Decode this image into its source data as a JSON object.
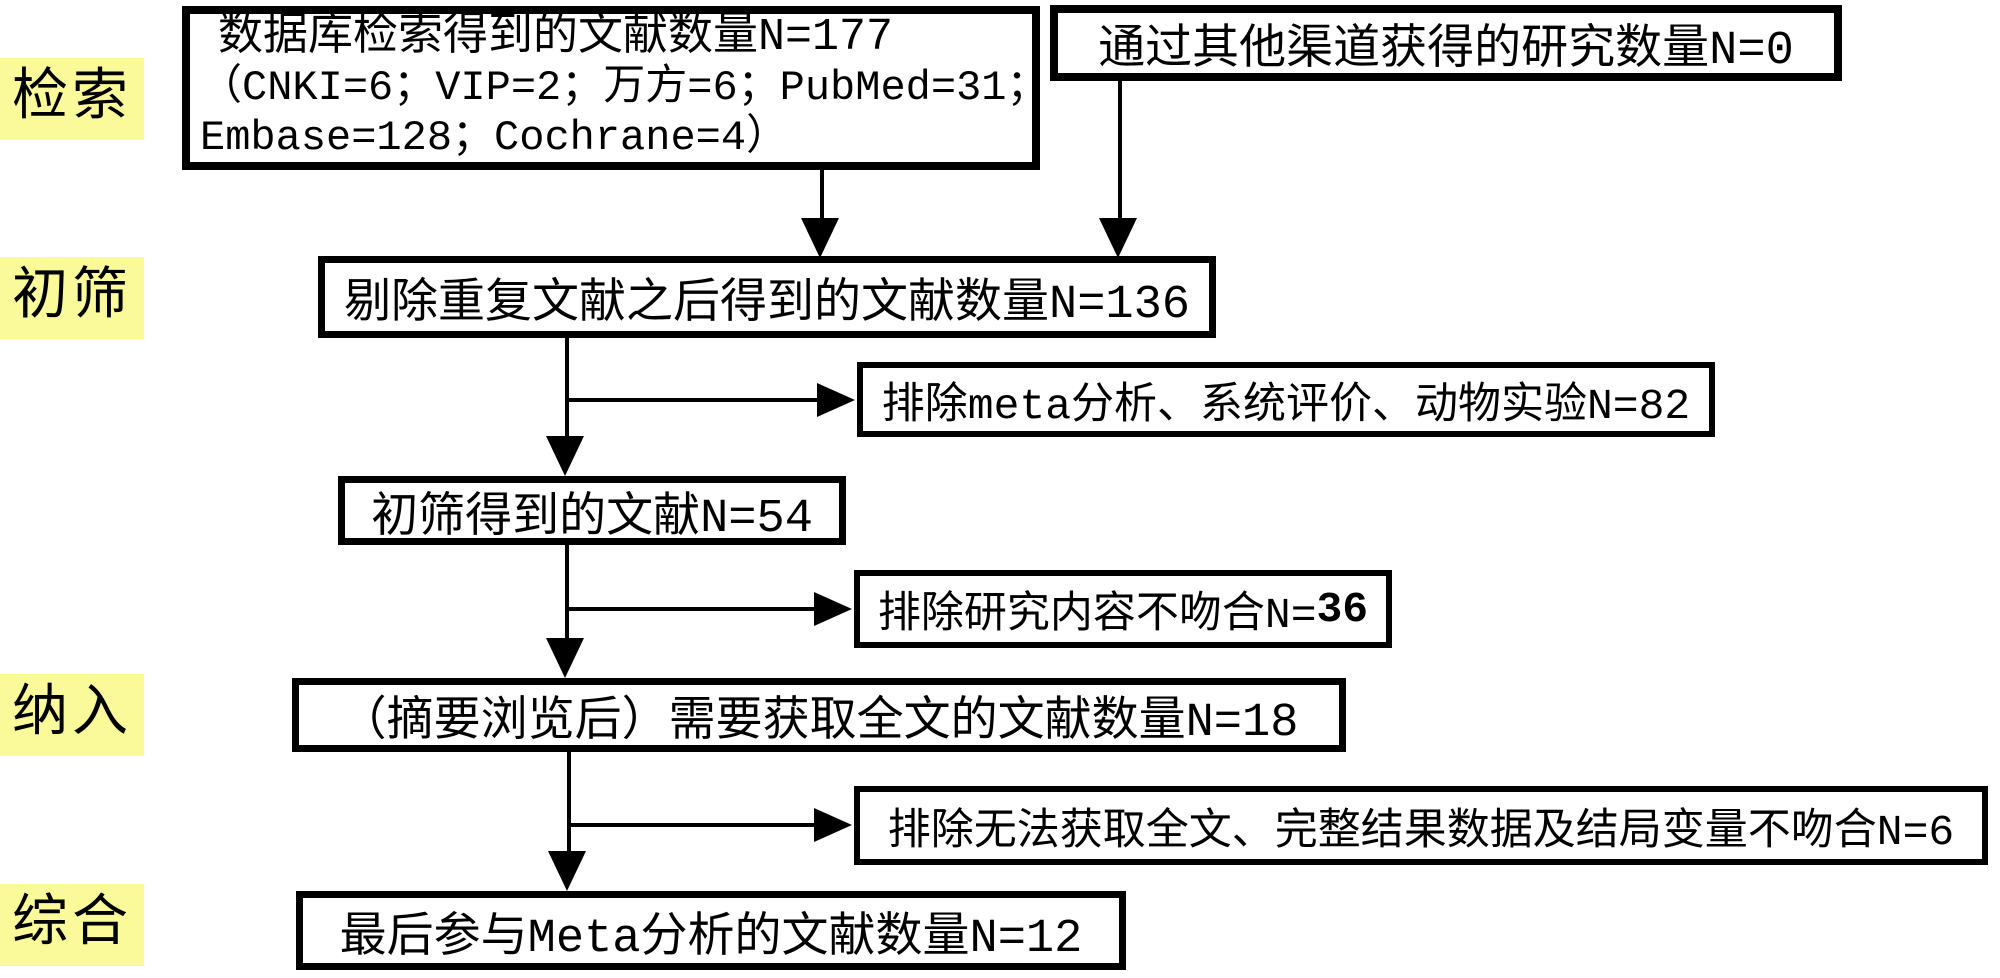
{
  "stages": [
    {
      "id": "search",
      "label": "检索"
    },
    {
      "id": "screening",
      "label": "初筛"
    },
    {
      "id": "inclusion",
      "label": "纳入"
    },
    {
      "id": "synthesis",
      "label": "综合"
    }
  ],
  "flow_boxes": {
    "db_search": {
      "line1": "数据库检索得到的文献数量N=177",
      "line2": "（CNKI=6；VIP=2；万方=6；PubMed=31；",
      "line3": "Embase=128；Cochrane=4）"
    },
    "other_sources": "通过其他渠道获得的研究数量N=0",
    "after_dedup": "剔除重复文献之后得到的文献数量N=136",
    "initial_screened": "初筛得到的文献N=54",
    "fulltext_needed": "（摘要浏览后）需要获取全文的文献数量N=18",
    "final_included": "最后参与Meta分析的文献数量N=12"
  },
  "exclusion_boxes": {
    "meta_sysreview_animal": "排除meta分析、系统评价、动物实验N=82",
    "content_mismatch_prefix": "排除研究内容不吻合N=",
    "content_mismatch_count": "36",
    "no_fulltext_or_data": "排除无法获取全文、完整结果数据及结局变量不吻合N=6"
  },
  "colors": {
    "stage_highlight": "#FAFA9B",
    "line": "#000000",
    "background": "#FFFFFF"
  }
}
